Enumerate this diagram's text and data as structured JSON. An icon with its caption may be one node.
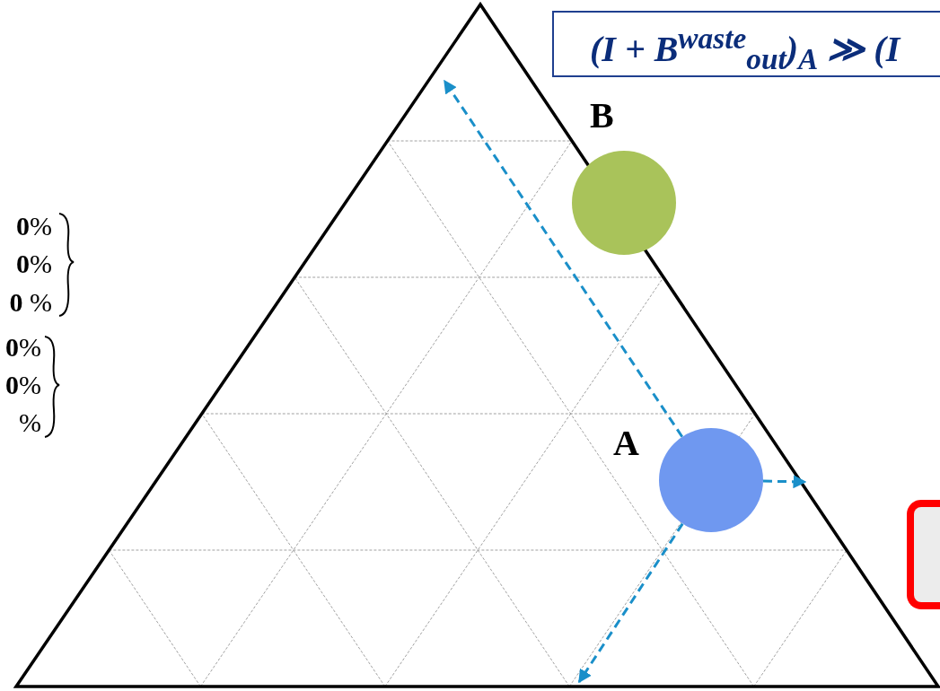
{
  "diagram": {
    "nodes": [
      {
        "text": [
          "(I + B$^{waste}$$_{out}$)$_{A}$ ≫ (I"
        ]
      },
      {
        "text": [
          "B"
        ]
      },
      {
        "text": [
          "A"
        ]
      },
      {
        "text": [],
        "shape": "box"
      }
    ],
    "edges": [
      {
        "from": 2,
        "to": null,
        "arrow": "to",
        "style": "dashed",
        "color": "#1a8fc9"
      },
      {
        "from": 2,
        "to": null,
        "arrow": "to",
        "style": "dashed",
        "color": "#1a8fc9"
      },
      {
        "from": 2,
        "to": null,
        "arrow": "to",
        "style": "dashed",
        "color": "#1a8fc9"
      }
    ],
    "labels": [
      "**0**%",
      "**0**%",
      "**0** %",
      "**0**%",
      "**0**%",
      "%"
    ]
  }
}
